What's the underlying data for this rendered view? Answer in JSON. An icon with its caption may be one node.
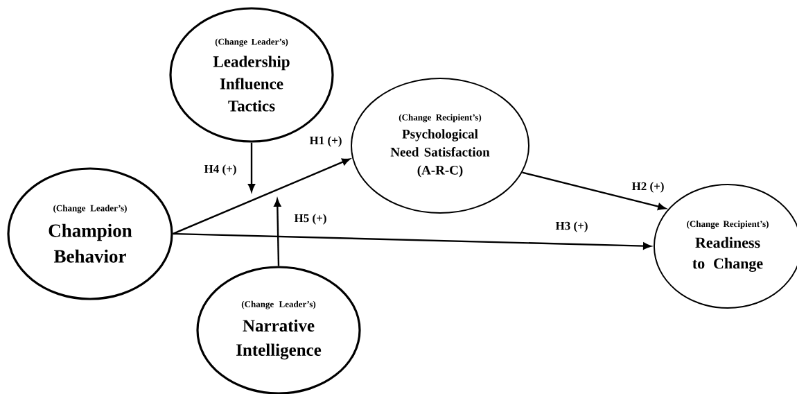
{
  "diagram": {
    "nodes": [
      {
        "text": [
          "(Change Leader’s)",
          "Leadership Influence Tactics"
        ]
      },
      {
        "text": [
          "(Change Recipient’s)",
          "Psychological Need Satisfaction (A-R-C)"
        ]
      },
      {
        "text": [
          "(Change Leader’s)",
          "Champion Behavior"
        ]
      },
      {
        "text": [
          "(Change Recipient’s)",
          "Readiness to Change"
        ]
      },
      {
        "text": [
          "(Change Leader’s)",
          "Narrative Intelligence"
        ]
      }
    ],
    "edges": [
      {
        "from": 2,
        "to": 1,
        "arrow": "to",
        "label": "H1 (+)"
      },
      {
        "from": 1,
        "to": 3,
        "arrow": "to",
        "label": "H2 (+)"
      },
      {
        "from": 2,
        "to": 3,
        "arrow": "to",
        "label": "H3 (+)"
      },
      {
        "from": 0,
        "to": null,
        "arrow": "to",
        "label": "H4 (+)"
      },
      {
        "from": 4,
        "to": null,
        "arrow": "to",
        "label": "H5 (+)"
      }
    ]
  }
}
